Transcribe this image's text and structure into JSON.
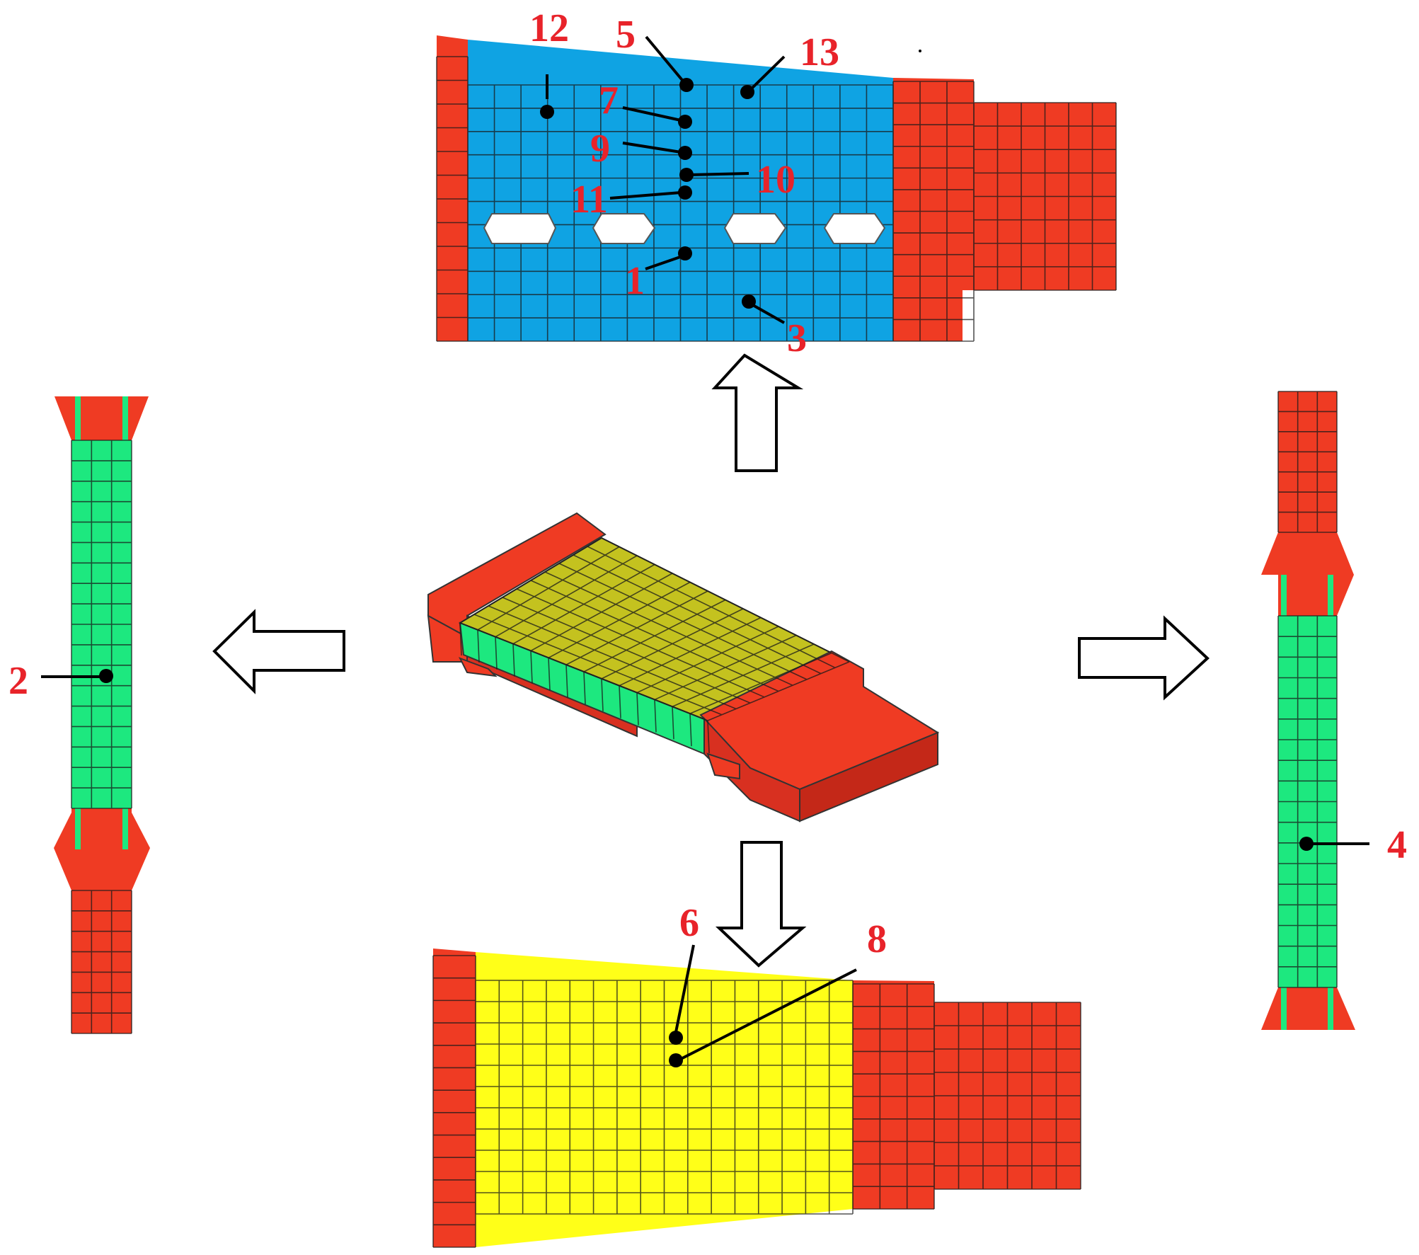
{
  "colors": {
    "red": "#ef3b23",
    "blue": "#0fa3e3",
    "green": "#1de87f",
    "yellow": "#ffff18",
    "olive": "#c4c21f",
    "label": "#e8232a"
  },
  "views": {
    "top_view": {
      "labels": [
        "12",
        "5",
        "13",
        "7",
        "9",
        "10",
        "11",
        "1",
        "3"
      ],
      "holes": 4
    },
    "left_view": {
      "labels": [
        "2"
      ]
    },
    "right_view": {
      "labels": [
        "4"
      ]
    },
    "bottom_view": {
      "labels": [
        "6",
        "8"
      ]
    }
  },
  "arrows": [
    "up",
    "left",
    "right",
    "down"
  ],
  "icons": {
    "up": "hollow-arrow-up-icon",
    "left": "hollow-arrow-left-icon",
    "right": "hollow-arrow-right-icon",
    "down": "hollow-arrow-down-icon"
  }
}
